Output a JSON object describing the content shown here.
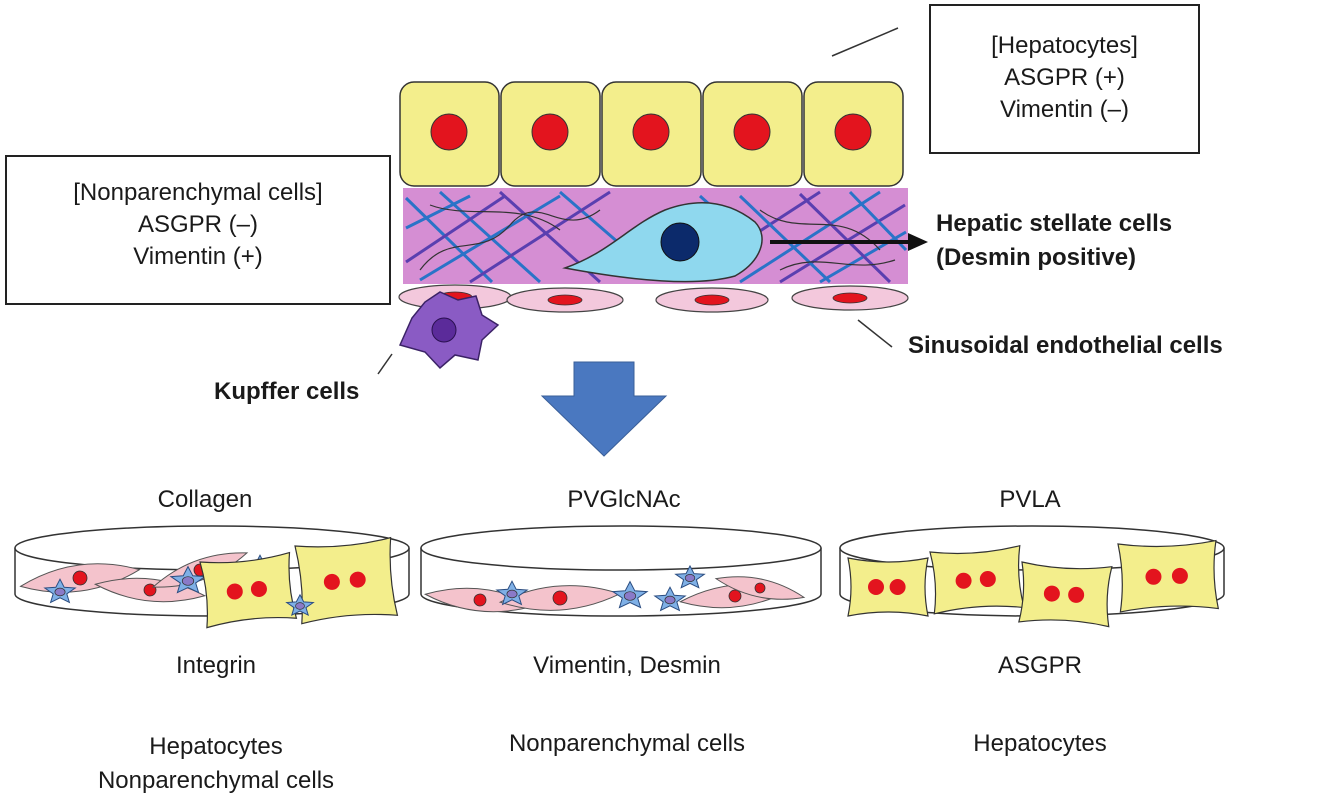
{
  "hepatocyte_box": {
    "title": "[Hepatocytes]",
    "marker1": "ASGPR (+)",
    "marker2": "Vimentin (–)"
  },
  "nonparenchymal_box": {
    "title": "[Nonparenchymal cells]",
    "marker1": "ASGPR (–)",
    "marker2": "Vimentin (+)"
  },
  "labels": {
    "stellate_line1": "Hepatic stellate cells",
    "stellate_line2": "(Desmin positive)",
    "endothelial": "Sinusoidal endothelial cells",
    "kupffer": "Kupffer cells"
  },
  "dishes": [
    {
      "substrate": "Collagen",
      "receptor": "Integrin",
      "cells_line1": "Hepatocytes",
      "cells_line2": "Nonparenchymal cells"
    },
    {
      "substrate": "PVGlcNAc",
      "receptor": "Vimentin, Desmin",
      "cells_line1": "Nonparenchymal cells",
      "cells_line2": ""
    },
    {
      "substrate": "PVLA",
      "receptor": "ASGPR",
      "cells_line1": "Hepatocytes",
      "cells_line2": ""
    }
  ],
  "colors": {
    "hepatocyte_fill": "#f3ee8c",
    "nucleus_red": "#e3141e",
    "matrix_pink": "#d58ed3",
    "fiber_blue": "#2a73c8",
    "fiber_purple": "#5a3fb0",
    "stellate_cyan": "#8fd8ee",
    "stellate_nucleus": "#0c2a6b",
    "endothelial_pink": "#f3c8dc",
    "kupffer_purple": "#8a5bc4",
    "arrow_blue": "#4a78c0",
    "npc_blue": "#7fb0e6"
  }
}
